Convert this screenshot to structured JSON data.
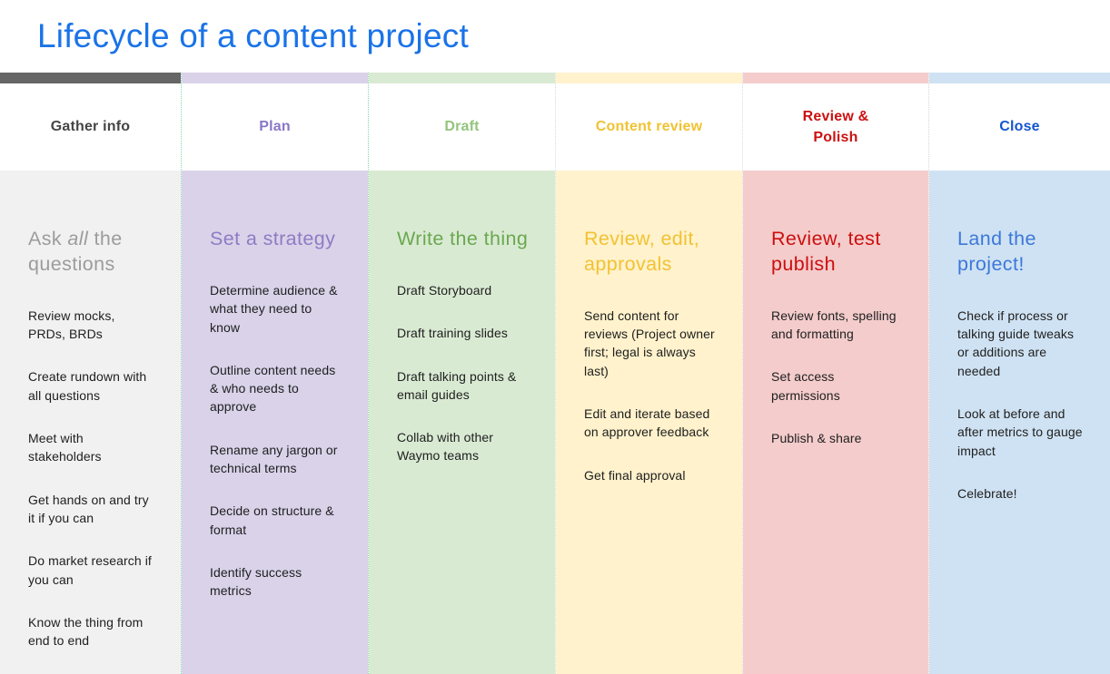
{
  "slide": {
    "title": "Lifecycle of a content project",
    "title_color": "#1a73e8",
    "background": "#ffffff"
  },
  "columns": [
    {
      "label": "Gather info",
      "label_color": "#454545",
      "strip_color": "#666666",
      "body_bg": "#f1f1f1",
      "heading_parts": [
        "Ask ",
        "all",
        " the questions"
      ],
      "heading_color": "#9c9c9c",
      "items": [
        "Review mocks, PRDs, BRDs",
        "Create rundown with all questions",
        "Meet with stakeholders",
        "Get hands on and try it if you can",
        "Do market research if you can",
        "Know the thing from end to end"
      ]
    },
    {
      "label": "Plan",
      "label_color": "#8977c6",
      "strip_color": "#d9d2e9",
      "body_bg": "#d9d2e9",
      "divider_color": "#82d8aa",
      "heading": "Set a strategy",
      "heading_color": "#8e7cc3",
      "items": [
        "Determine audience & what they need to know",
        "Outline content needs & who needs to approve",
        "Rename any jargon or technical terms",
        "Decide on structure & format",
        "Identify success metrics"
      ]
    },
    {
      "label": "Draft",
      "label_color": "#93c47d",
      "strip_color": "#d9ead3",
      "body_bg": "#d9ead3",
      "divider_color": "#82d8aa",
      "heading": "Write the thing",
      "heading_color": "#6aa84f",
      "items": [
        "Draft Storyboard",
        "Draft training slides",
        "Draft talking points & email guides",
        "Collab with other Waymo teams"
      ]
    },
    {
      "label": "Content review",
      "label_color": "#f1c232",
      "strip_color": "#fff2cc",
      "body_bg": "#fff2cc",
      "divider_color": "#d6ddd2",
      "heading": "Review, edit, approvals",
      "heading_color": "#f1c232",
      "items": [
        "Send content for reviews (Project owner first; legal is always last)",
        "Edit and iterate based on approver feedback",
        "Get final approval"
      ]
    },
    {
      "label": "Review &\nPolish",
      "label_color": "#cc1111",
      "strip_color": "#f4cccc",
      "body_bg": "#f4cccc",
      "divider_color": "#dcdcdc",
      "heading": "Review, test publish",
      "heading_color": "#cc0f0f",
      "items": [
        "Review fonts, spelling and formatting",
        "Set access permissions",
        "Publish & share"
      ]
    },
    {
      "label": "Close",
      "label_color": "#1456cf",
      "strip_color": "#cfe2f3",
      "body_bg": "#cfe2f3",
      "divider_color": "#e0d2d2",
      "heading": "Land the project!",
      "heading_color": "#3c78d8",
      "items": [
        "Check if process or talking guide tweaks or additions are needed",
        "Look at before and after metrics to gauge impact",
        "Celebrate!"
      ]
    }
  ]
}
